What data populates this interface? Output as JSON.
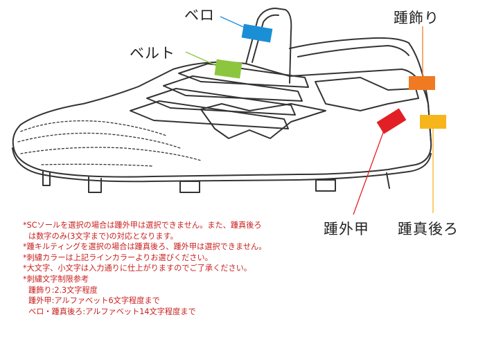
{
  "labels": {
    "bero": "ベロ",
    "belt": "ベルト",
    "kaka_kazari": "踵飾り",
    "kaka_sotokou": "踵外甲",
    "kaka_makoushiro": "踵真後ろ"
  },
  "colors": {
    "bero": "#1a8fd6",
    "belt": "#8cc63f",
    "kaka_kazari": "#f07a22",
    "kaka_sotokou": "#e31f26",
    "kaka_makoushiro": "#f7b51c",
    "notes_text": "#c8201e"
  },
  "notes": [
    "*SCソールを選択の場合は踵外甲は選択できません。また、踵真後ろ",
    "は数字のみ(3文字まで)の対応となります。",
    "*踵キルティングを選択の場合は踵真後ろ、踵外甲は選択できません。",
    "*刺繍カラーは上記ラインカラーよりお選びください。",
    "*大文字、小文字は入力通りに仕上がりますのでご了承ください。",
    "*刺繍文字制限参考",
    "踵飾り:2.3文字程度",
    "踵外甲:アルファベット6文字程度まで",
    "ベロ・踵真後ろ:アルファベット14文字程度まで"
  ]
}
